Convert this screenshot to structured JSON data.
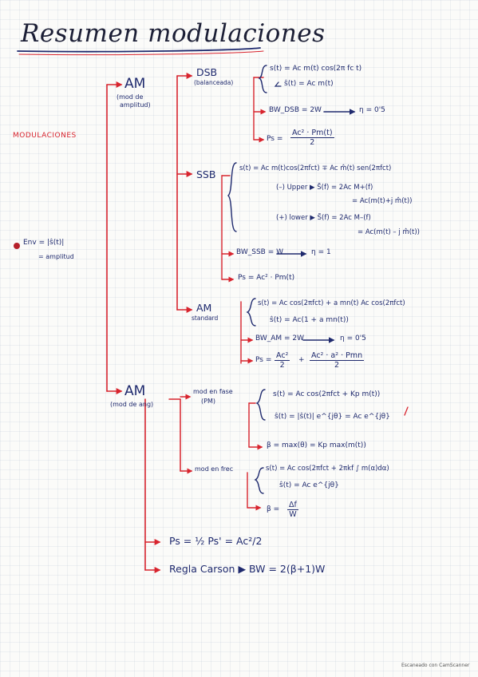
{
  "title": "Resumen modulaciones",
  "root": "MODULACIONES",
  "envelope_note": {
    "line1": "Env = |ŝ(t)|",
    "line2": "= amplitud"
  },
  "am": {
    "label": "AM",
    "sub1": "(mod de",
    "sub2": "amplitud)",
    "dsb": {
      "label": "DSB",
      "sub": "(balanceada)",
      "s_t": "s(t) = Ac m(t) cos(2π fc t)",
      "s_hat": "ŝ(t) = Ac m(t)",
      "bw": "BW_DSB = 2W",
      "eta": "η = 0'5",
      "ps_label": "Ps =",
      "ps_num": "Ac² · Pm(t)",
      "ps_den": "2"
    },
    "ssb": {
      "label": "SSB",
      "s_t": "s(t) = Ac m(t)cos(2πfct) ∓ Ac m̂(t) sen(2πfct)",
      "upper1": "(–) Upper ▶ S̃(f) = 2Ac M+(f)",
      "upper2": "= Ac(m(t)+j m̂(t))",
      "lower1": "(+) lower ▶ S̃(f) = 2Ac M–(f)",
      "lower2": "= Ac(m(t) – j m̂(t))",
      "bw": "BW_SSB = W",
      "eta": "η = 1",
      "ps": "Ps = Ac² · Pm(t)"
    },
    "standard": {
      "label": "AM",
      "sub": "standard",
      "s_t": "s(t) = Ac cos(2πfct) + a mn(t) Ac cos(2πfct)",
      "s_hat": "ŝ(t) = Ac(1 + a mn(t))",
      "bw": "BW_AM = 2W",
      "eta": "η = 0'5",
      "ps_label": "Ps =",
      "ps1_num": "Ac²",
      "ps1_den": "2",
      "plus": "+",
      "ps2_num": "Ac² · a² · Pmn",
      "ps2_den": "2"
    }
  },
  "am_ang": {
    "label": "AM",
    "sub": "(mod de ang)",
    "pm": {
      "label1": "mod en fase",
      "label2": "(PM)",
      "s_t": "s(t) = Ac cos(2πfct + Kp m(t))",
      "s_hat": "ŝ(t) = |ŝ(t)| e^{jθ} = Ac e^{jθ}",
      "beta": "β = max(θ) = Kp max(m(t))"
    },
    "fm": {
      "label": "mod en frec",
      "s_t": "s(t) = Ac cos(2πfct + 2πkf ∫ m(α)dα)",
      "s_hat": "ŝ(t) = Ac e^{jθ}",
      "beta_label": "β =",
      "beta_num": "Δf",
      "beta_den": "W"
    },
    "ps": "Ps = ½ Ps' = Ac²/2",
    "carson": "Regla Carson ▶ BW = 2(β+1)W"
  },
  "watermark": "Escaneado con CamScanner",
  "colors": {
    "ink": "#1f2a6e",
    "red": "#d8242e"
  }
}
